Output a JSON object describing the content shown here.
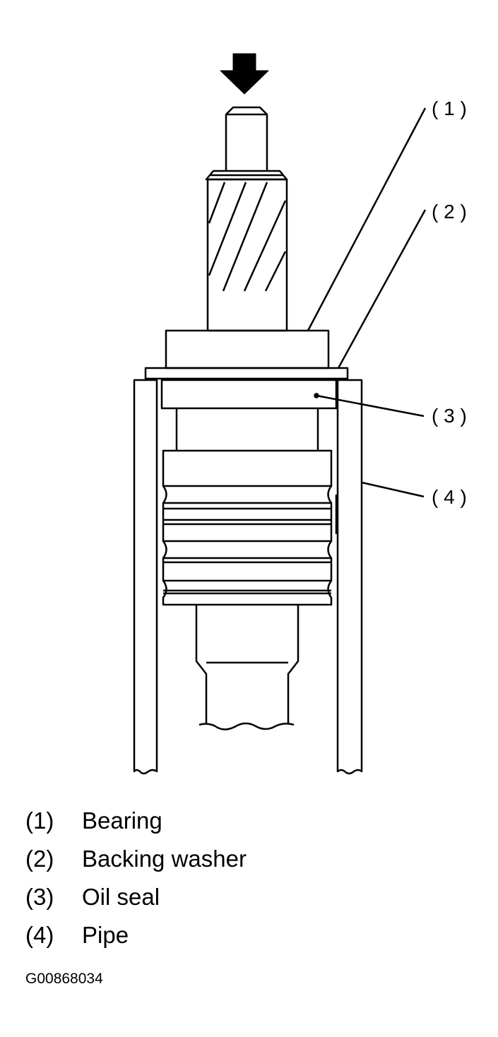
{
  "callouts": [
    {
      "number": "1",
      "text": "( 1 )"
    },
    {
      "number": "2",
      "text": "( 2 )"
    },
    {
      "number": "3",
      "text": "( 3 )"
    },
    {
      "number": "4",
      "text": "( 4 )"
    }
  ],
  "legend": [
    {
      "number": "(1)",
      "label": "Bearing"
    },
    {
      "number": "(2)",
      "label": "Backing washer"
    },
    {
      "number": "(3)",
      "label": "Oil seal"
    },
    {
      "number": "(4)",
      "label": "Pipe"
    }
  ],
  "figure_id": "G00868034",
  "colors": {
    "ink": "#000000",
    "background": "#ffffff"
  }
}
